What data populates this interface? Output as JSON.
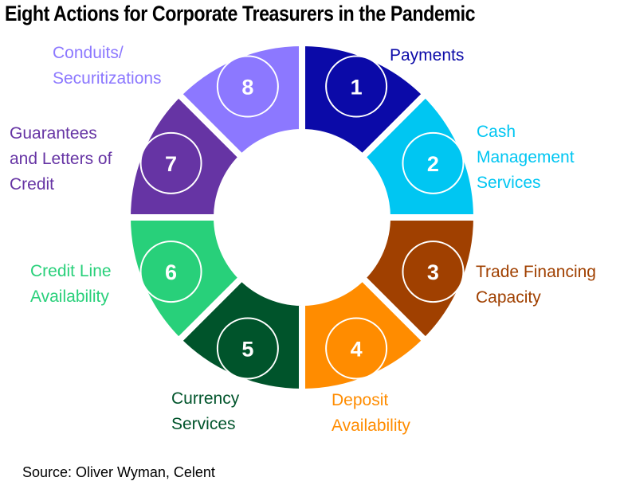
{
  "title": "Eight Actions for Corporate Treasurers in the Pandemic",
  "source": "Source: Oliver Wyman, Celent",
  "segments": [
    {
      "number": "1",
      "lines": [
        "Payments"
      ],
      "color": "#0b0aa8"
    },
    {
      "number": "2",
      "lines": [
        "Cash",
        "Management",
        "Services"
      ],
      "color": "#00c6f2"
    },
    {
      "number": "3",
      "lines": [
        "Trade Financing",
        "Capacity"
      ],
      "color": "#a04000"
    },
    {
      "number": "4",
      "lines": [
        "Deposit",
        "Availability"
      ],
      "color": "#ff8c00"
    },
    {
      "number": "5",
      "lines": [
        "Currency",
        "Services"
      ],
      "color": "#00542b"
    },
    {
      "number": "6",
      "lines": [
        "Credit Line",
        "Availability"
      ],
      "color": "#28d07a"
    },
    {
      "number": "7",
      "lines": [
        "Guarantees",
        "and Letters of",
        "Credit"
      ],
      "color": "#6634a4"
    },
    {
      "number": "8",
      "lines": [
        "Conduits/",
        "Securitizations"
      ],
      "color": "#8c78ff"
    }
  ]
}
